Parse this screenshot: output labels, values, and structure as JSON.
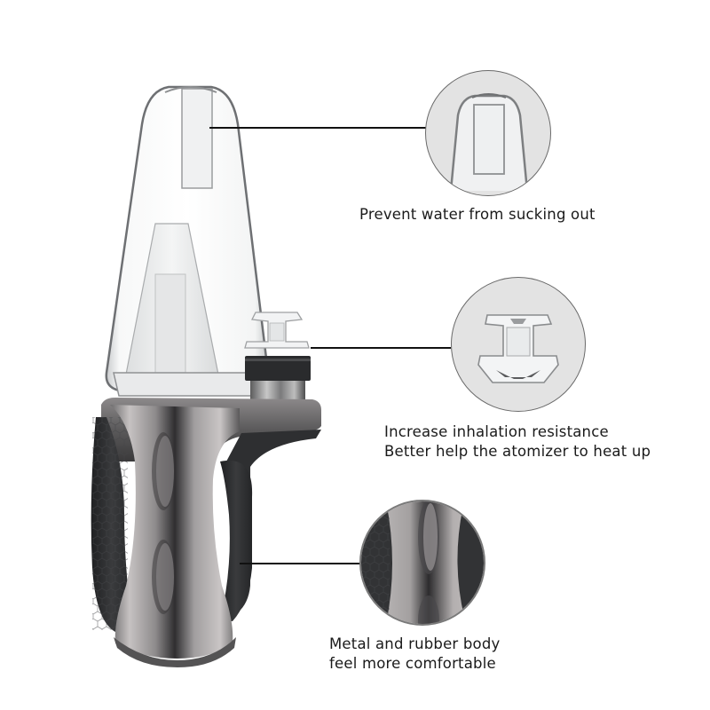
{
  "product": {
    "name": "device-illustration",
    "colors": {
      "background": "#ffffff",
      "glass": "#f4f6f7",
      "glass_edge": "#6e7073",
      "metal_light": "#b9b6b6",
      "metal_dark": "#3e3d3e",
      "rubber": "#2f3032",
      "callout_line": "#111111",
      "circle_bg": "#e3e3e3"
    }
  },
  "callouts": [
    {
      "id": "glass-top",
      "icon": "glass-mouthpiece-closeup",
      "lines": [
        "Prevent water from sucking out"
      ]
    },
    {
      "id": "carb-cap",
      "icon": "carb-cap-closeup",
      "lines": [
        "Increase inhalation resistance",
        "Better help the atomizer to heat up"
      ]
    },
    {
      "id": "body-grip",
      "icon": "metal-rubber-body-closeup",
      "lines": [
        "Metal and rubber body",
        "feel more comfortable"
      ]
    }
  ]
}
